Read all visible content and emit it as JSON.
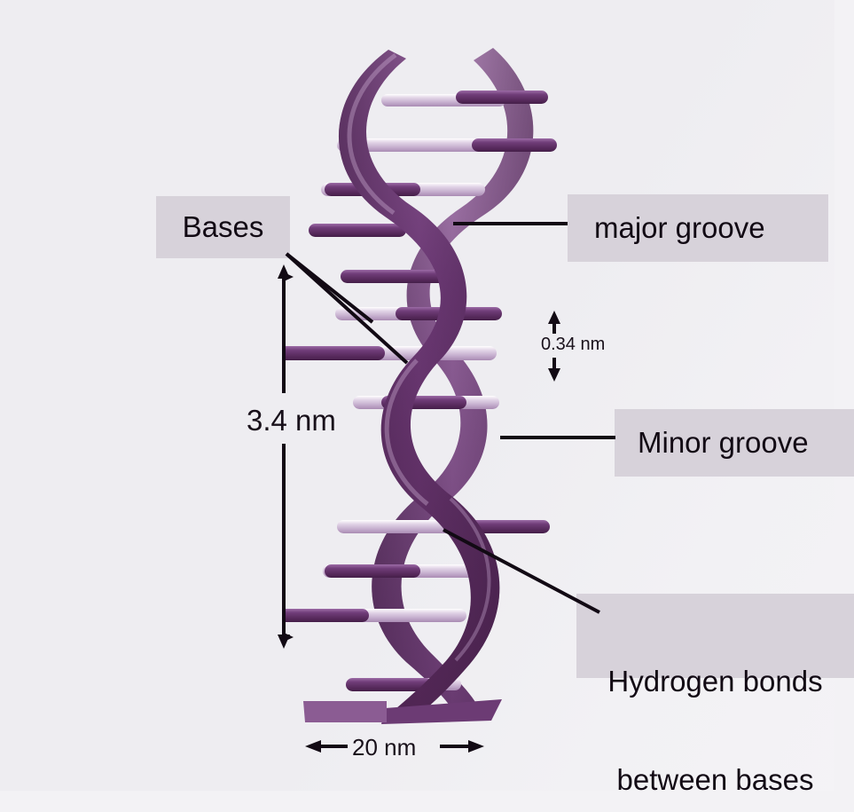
{
  "figure": {
    "subject": "DNA double helix",
    "background_color": "#edecf0",
    "label_box_color": "#d7d2da",
    "text_color": "#120a14",
    "helix_colors": {
      "backbone_dark": "#5a2a5e",
      "backbone_mid": "#7d4b86",
      "backbone_light": "#a87bb0",
      "base_light": "#d9c9e0",
      "base_dark": "#6b3570"
    }
  },
  "labels": {
    "bases": "Bases",
    "major_groove": "major groove",
    "minor_groove": "Minor groove",
    "hydrogen_bonds_line1": "Hydrogen bonds",
    "hydrogen_bonds_line2": "between bases"
  },
  "dimensions": {
    "helix_pitch": "3.4 nm",
    "base_rise": "0.34 nm",
    "helix_width": "20 nm"
  },
  "icons": {
    "arrow_up": "arrow-up-icon",
    "arrow_down": "arrow-down-icon",
    "arrow_left": "arrow-left-icon",
    "arrow_right": "arrow-right-icon"
  }
}
